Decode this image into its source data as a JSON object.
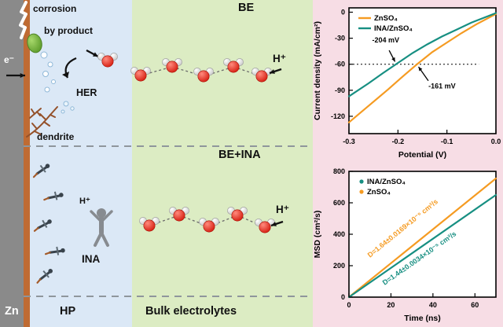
{
  "left": {
    "electrode": "Zn",
    "hp": "HP",
    "bulk": "Bulk electrolytes",
    "corrosion": "corrosion",
    "byproduct": "by product",
    "electron": "e⁻",
    "her": "HER",
    "dendrite": "dendrite",
    "be": "BE",
    "be_ina": "BE+INA",
    "hplus_top": "H⁺",
    "hplus_held": "H⁺",
    "hplus_bottom": "H⁺",
    "ina": "INA"
  },
  "colors": {
    "teal": "#178f82",
    "orange": "#f59b22",
    "pink_bg": "#f7dde5",
    "hp_blue": "#dbe8f6",
    "bulk_green": "#dcecc3",
    "zn_gray": "#8a8a8a",
    "strip_brown": "#bf6b33"
  },
  "chart_data": [
    {
      "type": "line",
      "title": "",
      "xlabel": "Potential (V)",
      "ylabel": "Current density (mA/cm²)",
      "xlim": [
        -0.3,
        0.0
      ],
      "ylim": [
        -140,
        5
      ],
      "grid": false,
      "legend_position": "top-left",
      "xticks": [
        {
          "v": -0.3,
          "label": "-0.3"
        },
        {
          "v": -0.2,
          "label": "-0.2"
        },
        {
          "v": -0.1,
          "label": "-0.1"
        },
        {
          "v": 0.0,
          "label": "0.0"
        }
      ],
      "yticks": [
        {
          "v": 0,
          "label": "0"
        },
        {
          "v": -30,
          "label": "-30"
        },
        {
          "v": -60,
          "label": "-60"
        },
        {
          "v": -90,
          "label": "-90"
        },
        {
          "v": -120,
          "label": "-120"
        }
      ],
      "legend": {
        "items": [
          {
            "label": "ZnSO₄",
            "color": "#f59b22",
            "marker": "line"
          },
          {
            "label": "INA/ZnSO₄",
            "color": "#178f82",
            "marker": "line"
          }
        ]
      },
      "series": [
        {
          "name": "ZnSO₄",
          "color": "#f59b22",
          "x": [
            -0.3,
            -0.26,
            -0.22,
            -0.19,
            -0.161,
            -0.13,
            -0.1,
            -0.07,
            -0.04,
            0.0
          ],
          "y": [
            -127,
            -108,
            -89,
            -74,
            -60,
            -46,
            -35,
            -24,
            -14,
            -2
          ]
        },
        {
          "name": "INA/ZnSO₄",
          "color": "#178f82",
          "x": [
            -0.3,
            -0.26,
            -0.23,
            -0.204,
            -0.17,
            -0.14,
            -0.11,
            -0.08,
            -0.05,
            0.0
          ],
          "y": [
            -97,
            -82,
            -70,
            -60,
            -47,
            -37,
            -28,
            -20,
            -12,
            -1
          ]
        }
      ],
      "ref_line": {
        "y": -60,
        "x0": -0.3,
        "x1": -0.035
      },
      "annotations": [
        {
          "text": "-204 mV",
          "x": -0.225,
          "y": -35,
          "color": "#000000",
          "arrow": {
            "x1": -0.218,
            "y1": -44,
            "x2": -0.206,
            "y2": -57
          }
        },
        {
          "text": "-161 mV",
          "x": -0.11,
          "y": -88,
          "color": "#000000",
          "arrow": {
            "x1": -0.138,
            "y1": -79,
            "x2": -0.158,
            "y2": -63
          }
        }
      ]
    },
    {
      "type": "line",
      "title": "",
      "xlabel": "Time (ns)",
      "ylabel": "MSD (cm²/s)",
      "xlim": [
        0,
        70
      ],
      "ylim": [
        0,
        800
      ],
      "grid": false,
      "legend_position": "top-left",
      "xticks": [
        {
          "v": 0,
          "label": "0"
        },
        {
          "v": 20,
          "label": "20"
        },
        {
          "v": 40,
          "label": "40"
        },
        {
          "v": 60,
          "label": "60"
        }
      ],
      "yticks": [
        {
          "v": 0,
          "label": "0"
        },
        {
          "v": 200,
          "label": "200"
        },
        {
          "v": 400,
          "label": "400"
        },
        {
          "v": 600,
          "label": "600"
        },
        {
          "v": 800,
          "label": "800"
        }
      ],
      "legend": {
        "items": [
          {
            "label": "INA/ZnSO₄",
            "color": "#178f82",
            "marker": "dot"
          },
          {
            "label": "ZnSO₄",
            "color": "#f59b22",
            "marker": "dot"
          }
        ]
      },
      "series": [
        {
          "name": "ZnSO₄",
          "color": "#f59b22",
          "x": [
            0,
            70
          ],
          "y": [
            0,
            755
          ]
        },
        {
          "name": "INA/ZnSO₄",
          "color": "#178f82",
          "x": [
            0,
            70
          ],
          "y": [
            0,
            650
          ]
        }
      ],
      "annotations": [
        {
          "text": "D=1.64±0.0169×10⁻⁵ cm²/s",
          "x": 10,
          "y": 250,
          "color": "#f59b22",
          "rotate": -39,
          "anchor": "start"
        },
        {
          "text": "D=1.44±0.0034×10⁻⁵ cm²/s",
          "x": 17,
          "y": 75,
          "color": "#178f82",
          "rotate": -35,
          "anchor": "start"
        }
      ]
    }
  ]
}
